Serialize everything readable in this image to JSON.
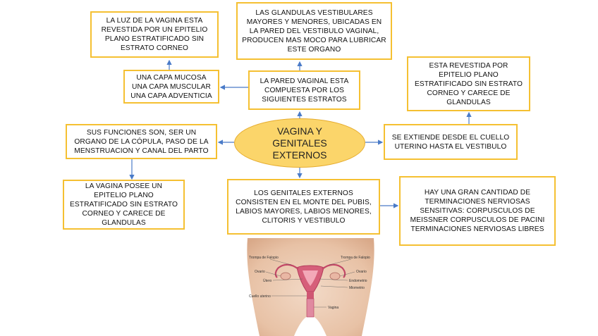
{
  "center": {
    "title": "VAGINA Y GENITALES EXTERNOS"
  },
  "boxes": {
    "luz": "LA LUZ DE LA VAGINA ESTA REVESTIDA POR UN EPITELIO PLANO ESTRATIFICADO SIN ESTRATO CORNEO",
    "glandulas": "LAS GLANDULAS VESTIBULARES MAYORES Y MENORES, UBICADAS EN LA PARED DEL VESTIBULO VAGINAL, PRODUCEN MAS MOCO PARA LUBRICAR ESTE ORGANO",
    "capas": "UNA CAPA MUCOSA UNA CAPA MUSCULAR UNA CAPA ADVENTICIA",
    "pared": "LA PARED VAGINAL ESTA COMPUESTA POR LOS SIGUIENTES ESTRATOS",
    "revestida": "ESTA REVESTIDA POR EPITELIO PLANO ESTRATIFICADO SIN ESTRATO CORNEO Y CARECE DE GLANDULAS",
    "funciones": "SUS FUNCIONES SON, SER UN ORGANO DE LA CÓPULA, PASO DE LA MENSTRUACION Y CANAL DEL PARTO",
    "extiende": "SE EXTIENDE DESDE EL CUELLO UTERINO HASTA EL VESTIBULO",
    "posee": "LA VAGINA POSEE UN EPITELIO PLANO ESTRATIFICADO SIN ESTRATO CORNEO Y CARECE DE GLANDULAS",
    "externos": "LOS GENITALES EXTERNOS CONSISTEN EN EL MONTE DEL PUBIS, LABIOS MAYORES, LABIOS MENORES, CLITORIS Y VESTIBULO",
    "terminaciones": "HAY UNA GRAN CANTIDAD DE TERMINACIONES NERVIOSAS SENSITIVAS: CORPUSCULOS DE MEISSNER CORPUSCULOS DE PACINI TERMINACIONES NERVIOSAS LIBRES"
  },
  "anatomy": {
    "labels": {
      "trompa_left": "Trompa de Falopio",
      "trompa_right": "Trompa de Falopio",
      "ovario_left": "Ovario",
      "ovario_right": "Ovario",
      "utero": "Útero",
      "endometrio": "Endometrio",
      "miometrio": "Miometrio",
      "cuello": "Cuello uterino",
      "vagina": "Vagina"
    }
  },
  "colors": {
    "box_border": "#f5c032",
    "center_fill": "#fbd56a",
    "arrow": "#4a7bc8"
  }
}
